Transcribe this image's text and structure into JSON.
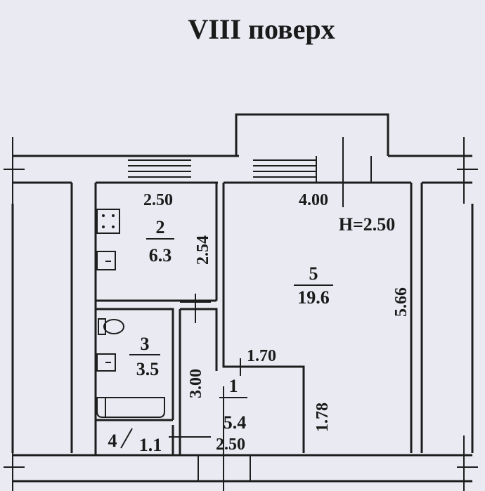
{
  "title": "VIII поверх",
  "ceiling_height": "H=2.50",
  "rooms": [
    {
      "id": "1",
      "area": "5.4"
    },
    {
      "id": "2",
      "area": "6.3"
    },
    {
      "id": "3",
      "area": "3.5"
    },
    {
      "id": "4",
      "area": "1.1"
    },
    {
      "id": "5",
      "area": "19.6"
    }
  ],
  "dimensions": {
    "kitchen_width": "2.50",
    "kitchen_depth": "2.54",
    "living_width": "4.00",
    "living_depth": "5.66",
    "hall_depth": "3.00",
    "hall_step_width": "1.70",
    "hall_step_depth": "1.78",
    "hall_width": "2.50"
  },
  "colors": {
    "paper": "#e9eaf2",
    "ink": "#1d1d1d"
  }
}
